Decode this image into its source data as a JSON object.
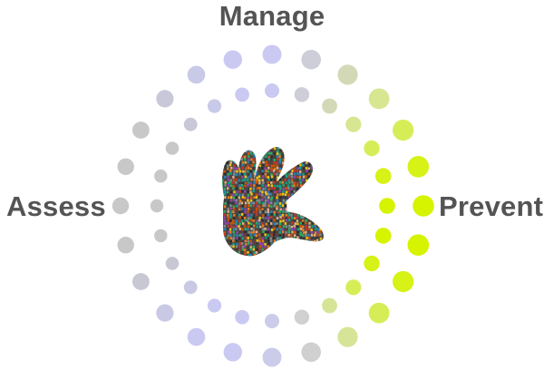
{
  "labels": {
    "top": "Manage",
    "left": "Assess",
    "right": "Prevent"
  },
  "center_image": {
    "icon": "crowd-hand-icon",
    "description_visible": false
  },
  "ring_colors": {
    "lavender": "#c8c8f0",
    "gray": "#cccccc",
    "yellow_green": "#d4f000",
    "light_green": "#dcea7a"
  }
}
